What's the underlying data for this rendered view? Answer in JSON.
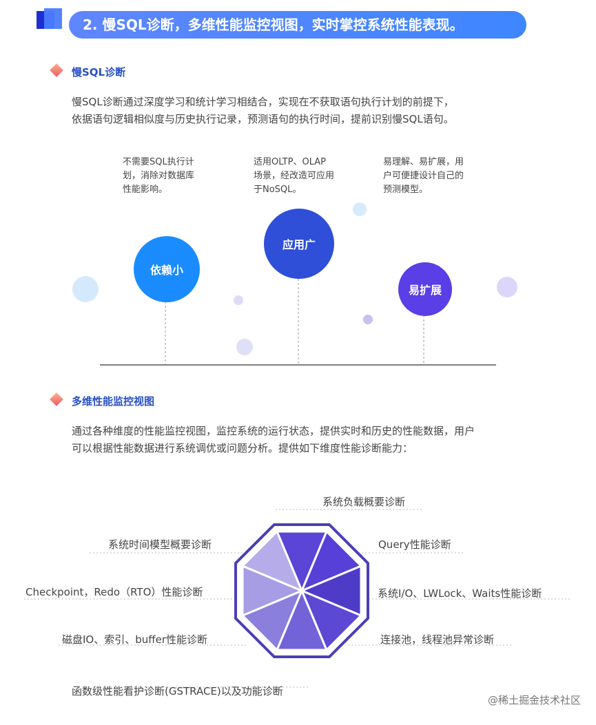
{
  "banner": {
    "title": "2. 慢SQL诊断，多维性能监控视图，实时掌控系统性能表现。"
  },
  "slow_sql": {
    "title": "慢SQL诊断",
    "desc_line1": "慢SQL诊断通过深度学习和统计学习相结合，实现在不获取语句执行计划的前提下，",
    "desc_line2": "依据语句逻辑相似度与历史执行记录，预测语句的执行时间，提前识别慢SQL语句。",
    "features": [
      {
        "label": "依赖小",
        "note_lines": [
          "不需要SQL执行计",
          "划，消除对数据库",
          "性能影响。"
        ]
      },
      {
        "label": "应用广",
        "note_lines": [
          "适用OLTP、OLAP",
          "场景，经改造可应用",
          "于NoSQL。"
        ]
      },
      {
        "label": "易扩展",
        "note_lines": [
          "易理解、易扩展，用",
          "户可便捷设计自己的",
          "预测模型。"
        ]
      }
    ]
  },
  "monitor": {
    "title": "多维性能监控视图",
    "desc_line1": "通过各种维度的性能监控视图，监控系统的运行状态，提供实时和历史的性能数据，用户",
    "desc_line2": "可以根据性能数据进行系统调优或问题分析。提供如下维度性能诊断能力：",
    "items": [
      "系统负载概要诊断",
      "Query性能诊断",
      "系统I/O、LWLock、Waits性能诊断",
      "连接池，线程池异常诊断",
      "函数级性能看护诊断(GSTRACE)以及功能诊断",
      "磁盘IO、索引、buffer性能诊断",
      "Checkpoint，Redo（RTO）性能诊断",
      "系统时间模型概要诊断"
    ]
  },
  "watermark": "@稀土掘金技术社区",
  "colors": {
    "banner": "#4a80ff",
    "circle_1": "#1a8cff",
    "circle_2": "#2f4fd8",
    "circle_3": "#5a3ee6",
    "octagon_border": "#4b3fb5"
  }
}
